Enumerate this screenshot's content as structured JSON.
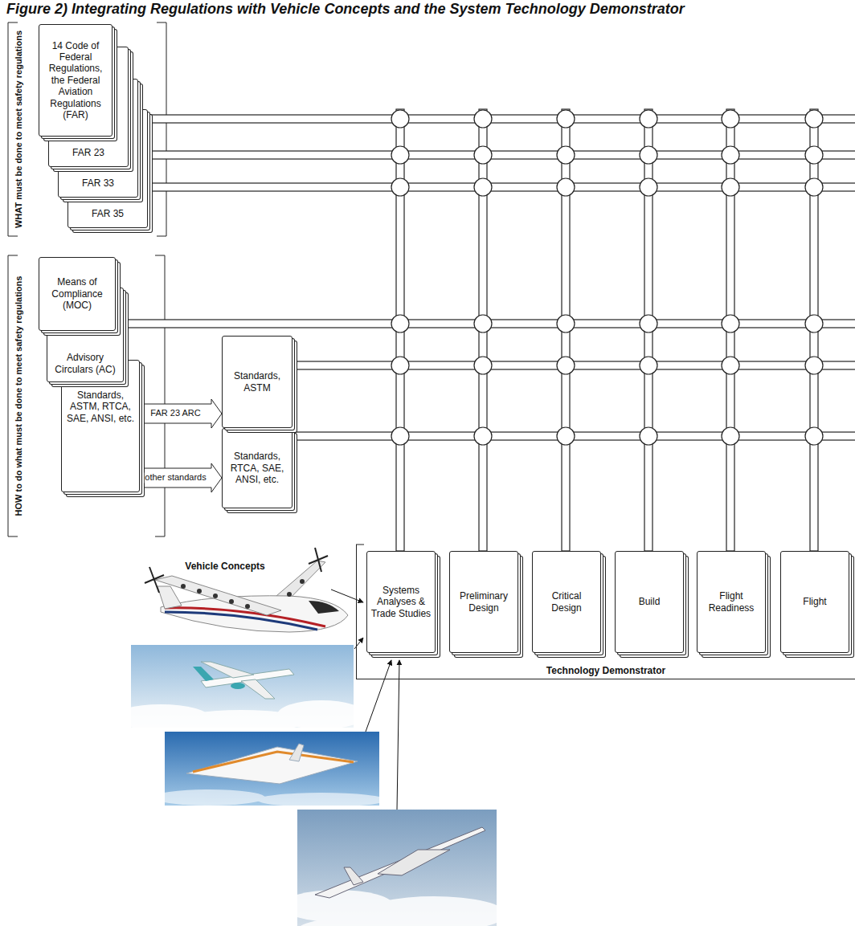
{
  "diagram": {
    "title": "Figure 2) Integrating Regulations with Vehicle Concepts and the System Technology Demonstrator",
    "nodes": [
      {
        "text": [
          "14 Code of Federal Regulations, the Federal Aviation Regulations (FAR)"
        ]
      },
      {
        "text": [
          "FAR 23"
        ]
      },
      {
        "text": [
          "FAR 33"
        ]
      },
      {
        "text": [
          "FAR 35"
        ]
      },
      {
        "text": [
          "Means of Compliance (MOC)"
        ]
      },
      {
        "text": [
          "Advisory Circulars (AC)"
        ]
      },
      {
        "text": [
          "Standards, ASTM, RTCA, SAE, ANSI, etc."
        ]
      },
      {
        "text": [
          "Standards, ASTM"
        ]
      },
      {
        "text": [
          "Standards, RTCA, SAE, ANSI, etc."
        ]
      },
      {
        "text": [
          "Technology Demonstrator"
        ]
      },
      {
        "text": [
          "Systems Analyses & Trade Studies"
        ],
        "in": 9
      },
      {
        "text": [
          "Preliminary Design"
        ],
        "in": 9
      },
      {
        "text": [
          "Critical Design"
        ],
        "in": 9
      },
      {
        "text": [
          "Build"
        ],
        "in": 9
      },
      {
        "text": [
          "Flight Readiness"
        ],
        "in": 9
      },
      {
        "text": [
          "Flight"
        ],
        "in": 9
      }
    ],
    "edges": [
      {
        "from": 6,
        "to": 7,
        "arrow": "to",
        "label": "FAR 23 ARC"
      },
      {
        "from": 6,
        "to": 8,
        "arrow": "to",
        "label": "other standards"
      }
    ],
    "labels": [
      "WHAT must be done to meet safety regulations",
      "HOW to do what must be done to meet safety regulations",
      "Vehicle Concepts"
    ]
  }
}
